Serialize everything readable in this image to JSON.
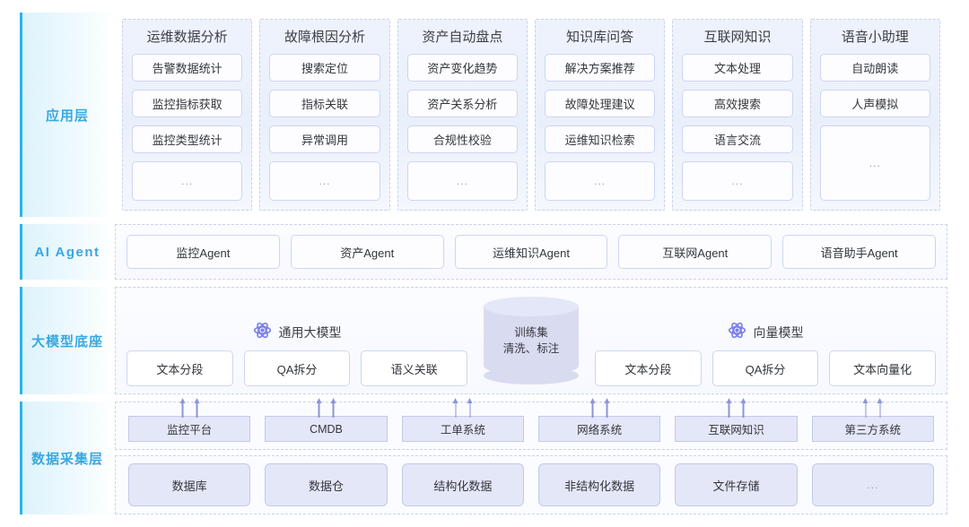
{
  "layers": {
    "application": {
      "label": "应用层",
      "columns": [
        {
          "title": "运维数据分析",
          "items": [
            "告警数据统计",
            "监控指标获取",
            "监控类型统计",
            "..."
          ]
        },
        {
          "title": "故障根因分析",
          "items": [
            "搜索定位",
            "指标关联",
            "异常调用",
            "..."
          ]
        },
        {
          "title": "资产自动盘点",
          "items": [
            "资产变化趋势",
            "资产关系分析",
            "合规性校验",
            "..."
          ]
        },
        {
          "title": "知识库问答",
          "items": [
            "解决方案推荐",
            "故障处理建议",
            "运维知识检索",
            "..."
          ]
        },
        {
          "title": "互联网知识",
          "items": [
            "文本处理",
            "高效搜索",
            "语言交流",
            "..."
          ]
        },
        {
          "title": "语音小助理",
          "items": [
            "自动朗读",
            "人声模拟",
            "..."
          ]
        }
      ]
    },
    "agent": {
      "label": "AI Agent",
      "items": [
        "监控Agent",
        "资产Agent",
        "运维知识Agent",
        "互联网Agent",
        "语音助手Agent"
      ]
    },
    "model": {
      "label": "大模型底座",
      "left": {
        "icon": "atom-icon",
        "title": "通用大模型",
        "items": [
          "文本分段",
          "QA拆分",
          "语义关联"
        ]
      },
      "center": {
        "icon": "database-cylinder",
        "line1": "训练集",
        "line2": "清洗、标注"
      },
      "right": {
        "icon": "atom-icon",
        "title": "向量模型",
        "items": [
          "文本分段",
          "QA拆分",
          "文本向量化"
        ]
      }
    },
    "data": {
      "label": "数据采集层",
      "sources": [
        "监控平台",
        "CMDB",
        "工单系统",
        "网络系统",
        "互联网知识",
        "第三方系统"
      ],
      "storages": [
        "数据库",
        "数据仓",
        "结构化数据",
        "非结构化数据",
        "文件存储",
        "..."
      ],
      "arrows_per_source": 2
    }
  },
  "colors": {
    "accent": "#38a8e0",
    "accent_bar": "#2cb3ec",
    "chip_border": "#ccd6f2",
    "dashed_border": "#ccd3e8",
    "data_fill": "#e4e7f8",
    "cylinder_fill": "#d9dcf1",
    "atom_purple": "#7b80e8",
    "arrow": "#8d95d8",
    "text": "#33363c"
  }
}
